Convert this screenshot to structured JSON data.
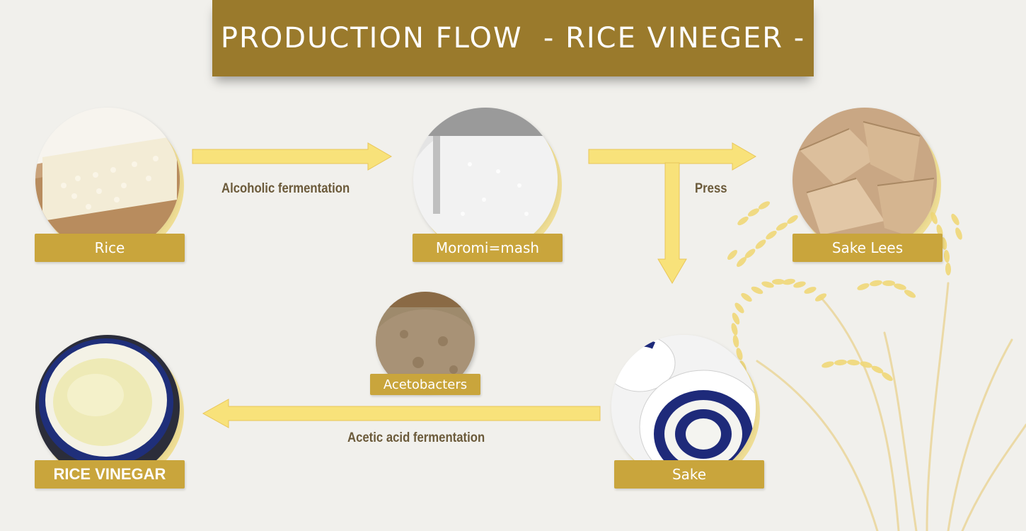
{
  "title": "PRODUCTION FLOW  - RICE VINEGER -",
  "nodes": {
    "rice": "Rice",
    "moromi": "Moromi=mash",
    "sake_lees": "Sake Lees",
    "sake": "Sake",
    "acetobacters": "Acetobacters",
    "rice_vinegar": "RICE VINEGAR"
  },
  "edges": {
    "alcoholic_fermentation": "Alcoholic fermentation",
    "press": "Press",
    "acetic_acid_fermentation": "Acetic acid fermentation"
  },
  "colors": {
    "title_band": "#9a7a2c",
    "label_bg": "#c9a53c",
    "arrow": "#f8e27a",
    "background": "#f1f0ec"
  }
}
